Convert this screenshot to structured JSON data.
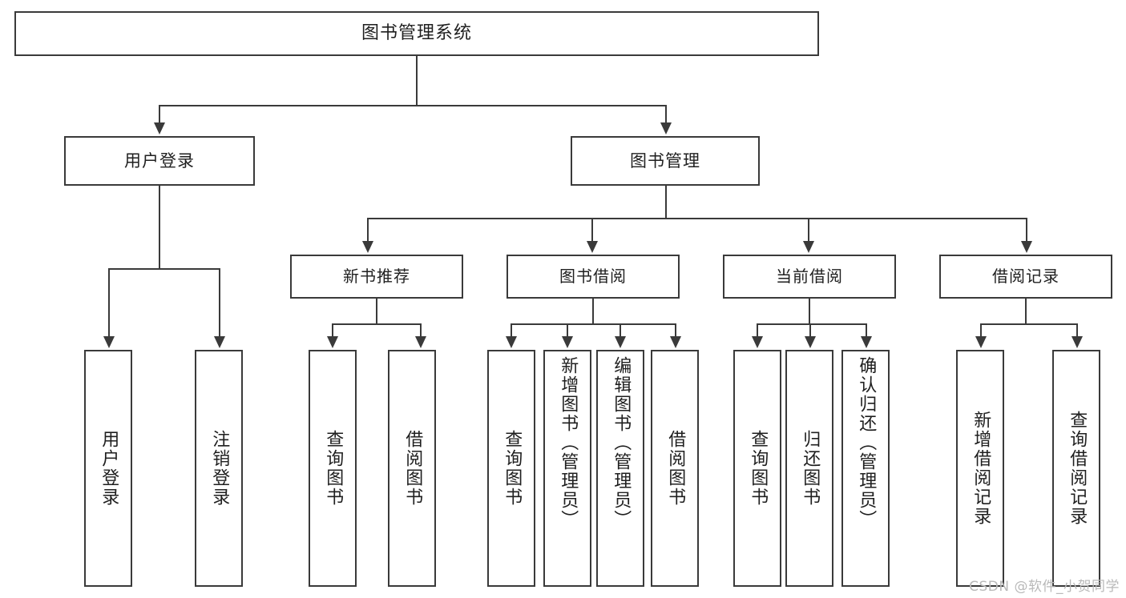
{
  "diagram": {
    "title": "图书管理系统",
    "type": "tree-structure-diagram",
    "root": {
      "label": "图书管理系统"
    },
    "level1": [
      {
        "label": "用户登录"
      },
      {
        "label": "图书管理"
      }
    ],
    "level2": [
      {
        "label": "新书推荐"
      },
      {
        "label": "图书借阅"
      },
      {
        "label": "当前借阅"
      },
      {
        "label": "借阅记录"
      }
    ],
    "leaves": {
      "user_login": [
        {
          "label": "用户登录"
        },
        {
          "label": "注销登录"
        }
      ],
      "new_book_recommend": [
        {
          "label": "查询图书"
        },
        {
          "label": "借阅图书"
        }
      ],
      "book_borrow": [
        {
          "label": "查询图书"
        },
        {
          "label": "新增图书（管理员）"
        },
        {
          "label": "编辑图书（管理员）"
        },
        {
          "label": "借阅图书"
        }
      ],
      "current_borrow": [
        {
          "label": "查询图书"
        },
        {
          "label": "归还图书"
        },
        {
          "label": "确认归还（管理员）"
        }
      ],
      "borrow_record": [
        {
          "label": "新增借阅记录"
        },
        {
          "label": "查询借阅记录"
        }
      ]
    }
  },
  "watermark": {
    "text": "CSDN @软件_小贺同学"
  },
  "colors": {
    "stroke": "#3a3a3a",
    "text": "#1f1f1f",
    "background": "#ffffff",
    "watermark": "#b9b9b9"
  }
}
